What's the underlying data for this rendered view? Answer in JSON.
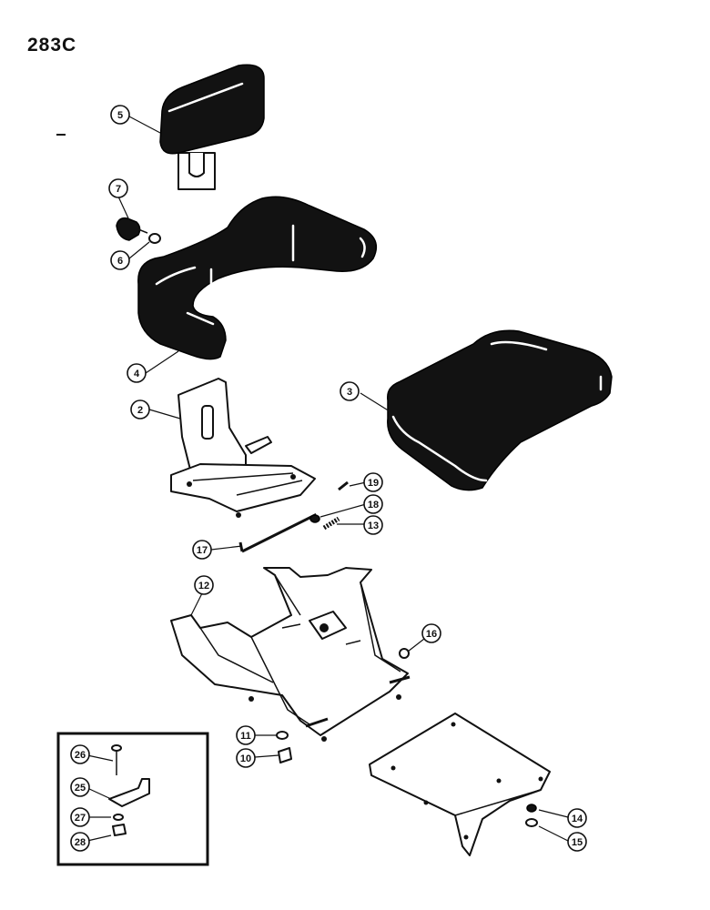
{
  "page_number": "283C",
  "callouts": {
    "c2": "2",
    "c3": "3",
    "c4": "4",
    "c5": "5",
    "c6": "6",
    "c7": "7",
    "c10": "10",
    "c11": "11",
    "c12": "12",
    "c13": "13",
    "c14": "14",
    "c15": "15",
    "c16": "16",
    "c17": "17",
    "c18": "18",
    "c19": "19",
    "c25": "25",
    "c26": "26",
    "c27": "27",
    "c28": "28"
  }
}
